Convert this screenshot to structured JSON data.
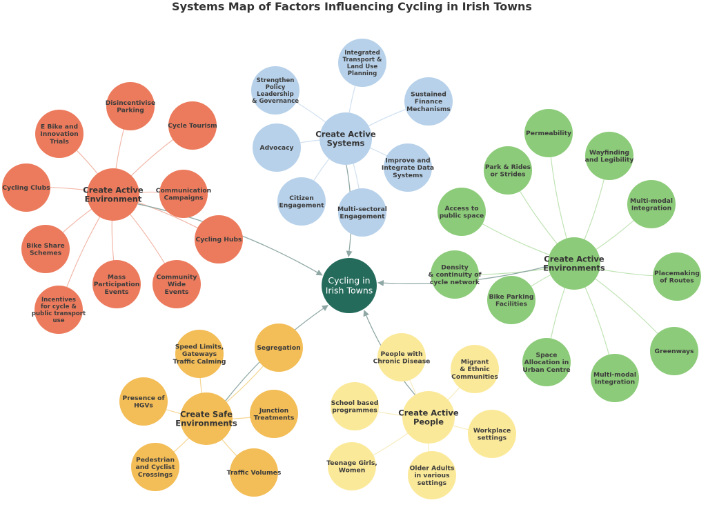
{
  "title": "Systems Map of Factors Influencing Cycling in Irish Towns",
  "colors": {
    "center": "#256b5c",
    "orange": "#ec7b5d",
    "orange_link": "#f2b7a8",
    "blue": "#b7d1ea",
    "blue_link": "#cfe0f0",
    "green": "#8ccb79",
    "green_link": "#bfe3b3",
    "amber": "#f3bd57",
    "amber_link": "#f5d592",
    "yellow": "#fbe99a",
    "yellow_link": "#f7ecbf",
    "hub_arrow": "#8fa8a5"
  },
  "center": {
    "label": [
      "Cycling in",
      "Irish Towns"
    ]
  },
  "clusters": [
    {
      "id": "environment-orange",
      "hub": [
        "Create Active",
        "Environment"
      ],
      "color_key": "orange",
      "leaves": [
        [
          "Disincentivise",
          "Parking"
        ],
        [
          "E Bike and",
          "Innovation",
          "Trials"
        ],
        [
          "Cycle Tourism"
        ],
        [
          "Cycling Clubs"
        ],
        [
          "Communication",
          "Campaigns"
        ],
        [
          "Bike Share",
          "Schemes"
        ],
        [
          "Cycling Hubs"
        ],
        [
          "Mass",
          "Participation",
          "Events"
        ],
        [
          "Community",
          "Wide",
          "Events"
        ],
        [
          "Incentives",
          "for cycle &",
          "public transport",
          "use"
        ]
      ]
    },
    {
      "id": "systems-blue",
      "hub": [
        "Create Active",
        "Systems"
      ],
      "color_key": "blue",
      "leaves": [
        [
          "Integrated",
          "Transport &",
          "Land Use",
          "Planning"
        ],
        [
          "Strengthen",
          "Policy",
          "Leadership",
          "& Governance"
        ],
        [
          "Sustained",
          "Finance",
          "Mechanisms"
        ],
        [
          "Advocacy"
        ],
        [
          "Improve and",
          "Integrate Data",
          "Systems"
        ],
        [
          "Citizen",
          "Engagement"
        ],
        [
          "Multi-sectoral",
          "Engagement"
        ]
      ]
    },
    {
      "id": "environments-green",
      "hub": [
        "Create Active",
        "Environments"
      ],
      "color_key": "green",
      "leaves": [
        [
          "Permeability"
        ],
        [
          "Wayfinding",
          "and Legibility"
        ],
        [
          "Park & Rides",
          "or Strides"
        ],
        [
          "Multi-modal",
          "Integration"
        ],
        [
          "Access to",
          "public space"
        ],
        [
          "Placemaking",
          "of Routes"
        ],
        [
          "Density",
          "& continuity of",
          "cycle network"
        ],
        [
          "Bike Parking",
          "Facilities"
        ],
        [
          "Greenways"
        ],
        [
          "Space",
          "Allocation in",
          "Urban Centre"
        ],
        [
          "Multi-modal",
          "Integration"
        ]
      ]
    },
    {
      "id": "safe-amber",
      "hub": [
        "Create Safe",
        "Environments"
      ],
      "color_key": "amber",
      "leaves": [
        [
          "Speed Limits,",
          "Gateways",
          "Traffic Calming"
        ],
        [
          "Segregation"
        ],
        [
          "Presence of",
          "HGVs"
        ],
        [
          "Junction",
          "Treatments"
        ],
        [
          "Pedestrian",
          "and Cyclist",
          "Crossings"
        ],
        [
          "Traffic Volumes"
        ]
      ]
    },
    {
      "id": "people-yellow",
      "hub": [
        "Create Active",
        "People"
      ],
      "color_key": "yellow",
      "leaves": [
        [
          "People with",
          "Chronic Disease"
        ],
        [
          "Migrant",
          "& Ethnic",
          "Communities"
        ],
        [
          "School based",
          "programmes"
        ],
        [
          "Workplace",
          "settings"
        ],
        [
          "Teenage Girls,",
          "Women"
        ],
        [
          "Older Adults",
          "in various",
          "settings"
        ]
      ]
    }
  ]
}
